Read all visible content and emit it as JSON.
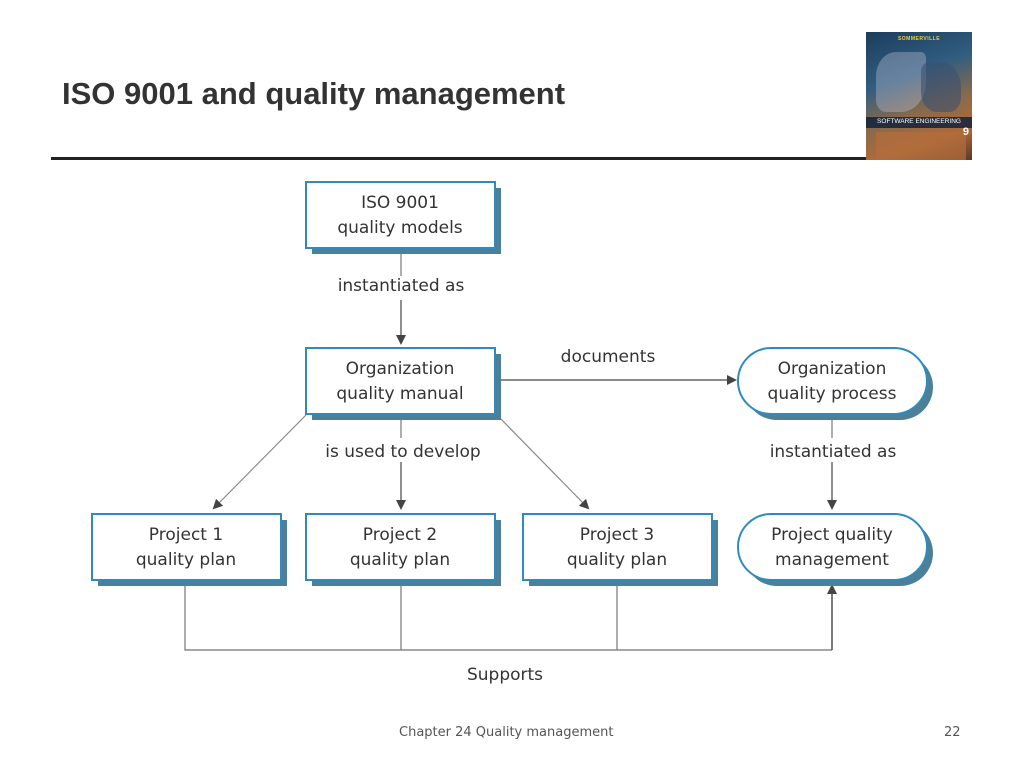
{
  "slide": {
    "title": "ISO 9001 and quality management",
    "footer": "Chapter 24 Quality management",
    "page_number": "22"
  },
  "cover": {
    "author": "SOMMERVILLE",
    "title": "SOFTWARE ENGINEERING",
    "edition": "9"
  },
  "colors": {
    "box_border": "#2e8bbf",
    "box_shadow": "#4d7f96",
    "arrow": "#444444",
    "connector": "#888888"
  },
  "diagram": {
    "nodes": {
      "iso": [
        "ISO 9001",
        "quality models"
      ],
      "manual": [
        "Organization",
        "quality manual"
      ],
      "process": [
        "Organization",
        "quality process"
      ],
      "plan1": [
        "Project 1",
        "quality plan"
      ],
      "plan2": [
        "Project 2",
        "quality plan"
      ],
      "plan3": [
        "Project 3",
        "quality plan"
      ],
      "pqm": [
        "Project quality",
        "management"
      ]
    },
    "edges": {
      "instantiated_as_1": "instantiated as",
      "documents": "documents",
      "is_used_to_develop": "is used to develop",
      "instantiated_as_2": "instantiated as",
      "supports": "Supports"
    }
  }
}
